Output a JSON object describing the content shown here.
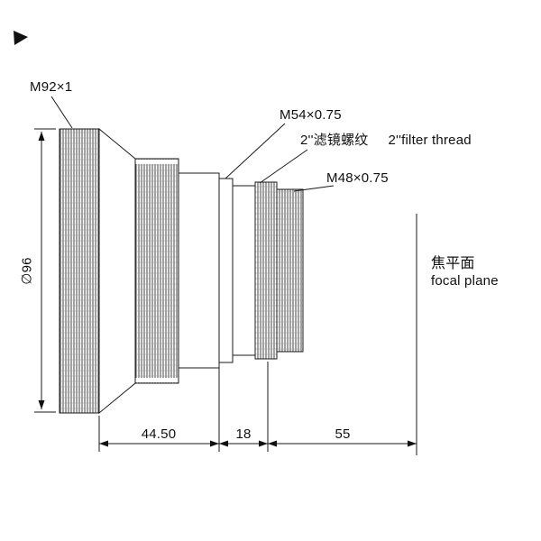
{
  "drawing": {
    "part_labels": {
      "m92": "M92×1",
      "m54": "M54×0.75",
      "filter_thread_cn": "2''滤镜螺纹",
      "filter_thread_en": "2''filter thread",
      "m48": "M48×0.75"
    },
    "dimensions": {
      "diameter": "∅96",
      "length_a": "44.50",
      "length_b": "18",
      "length_c": "55"
    },
    "annotations": {
      "focal_plane_cn": "焦平面",
      "focal_plane_en": "focal plane"
    },
    "colors": {
      "line": "#111111",
      "knurl": "#4a4a4a",
      "background": "#ffffff"
    }
  }
}
